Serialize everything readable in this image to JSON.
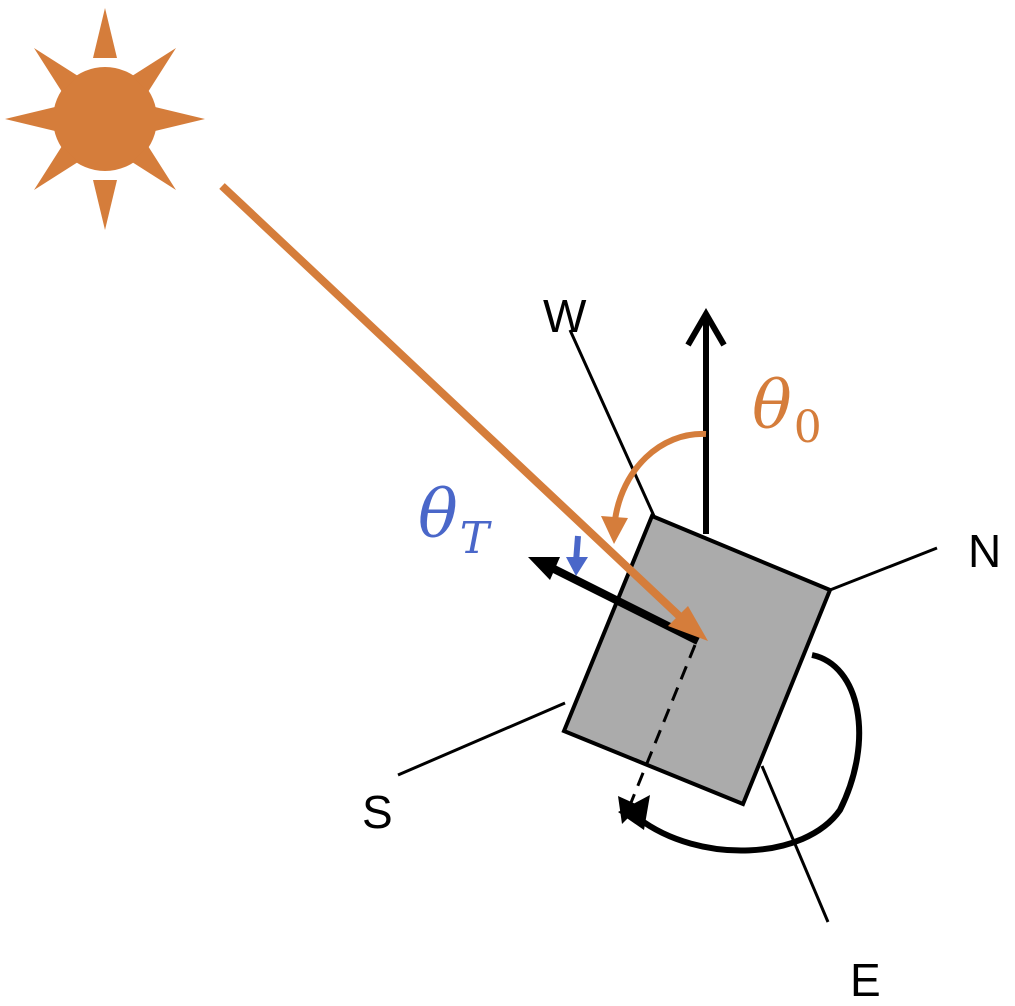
{
  "labels": {
    "west": "W",
    "north": "N",
    "south": "S",
    "east": "E",
    "theta_symbol": "θ",
    "theta0_sub": "0",
    "thetaT_sub": "T"
  },
  "colors": {
    "sun": "#D57D3B",
    "sun_ray": "#D57D3B",
    "theta0": "#D57D3B",
    "thetaT": "#4A67C9",
    "panel_fill": "#ABABAB",
    "panel_stroke": "#000000",
    "line": "#000000"
  },
  "icons": {
    "sun": "sun-icon"
  }
}
